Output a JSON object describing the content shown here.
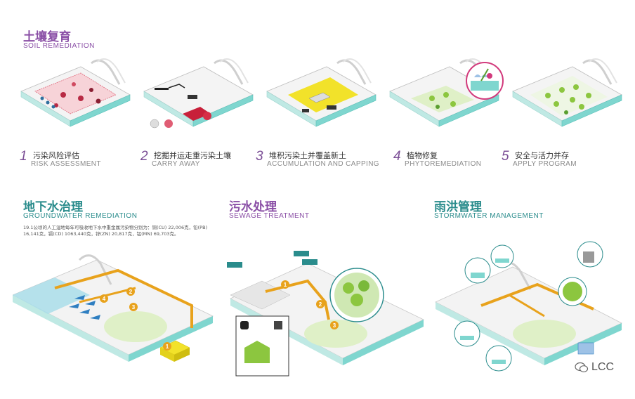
{
  "soil": {
    "title_zh": "土壤复育",
    "title_en": "SOIL REMEDIATION",
    "steps": [
      {
        "num": "1",
        "zh": "污染风险评估",
        "en": "RISK ASSESSMENT"
      },
      {
        "num": "2",
        "zh": "挖掘并运走重污染土壤",
        "en": "CARRY AWAY"
      },
      {
        "num": "3",
        "zh": "堆积污染土并覆盖新土",
        "en": "ACCUMULATION AND CAPPING"
      },
      {
        "num": "4",
        "zh": "植物修复",
        "en": "PHYTOREMEDIATION"
      },
      {
        "num": "5",
        "zh": "安全与活力并存",
        "en": "APPLY PROGRAM"
      }
    ]
  },
  "groundwater": {
    "title_zh": "地下水治理",
    "title_en": "GROUNDWATER  REMEDIATION",
    "note": "19.1公顷的人工湿地每年可吸收地下水中重金属污染物分别为：铜(CU) 22,006克，铅(PB) 16,141克，镉(CD) 1063,440克，锌(ZN) 20,817克，锰(MN) 69,703克。",
    "markers": [
      "1",
      "2",
      "3",
      "4"
    ]
  },
  "sewage": {
    "title_zh": "污水处理",
    "title_en": "SEWAGE TREATMENT",
    "markers": [
      "1",
      "2",
      "3"
    ]
  },
  "storm": {
    "title_zh": "雨洪管理",
    "title_en": "STORMWATER MANAGEMENT"
  },
  "watermark": {
    "label": "LCC"
  },
  "colors": {
    "purple": "#8a4fa6",
    "teal": "#2a8c8c",
    "orange": "#e8a21c",
    "yellow": "#f2e22a",
    "water": "#7fd6cf",
    "magenta": "#d23a7c",
    "green": "#8cc63f"
  }
}
